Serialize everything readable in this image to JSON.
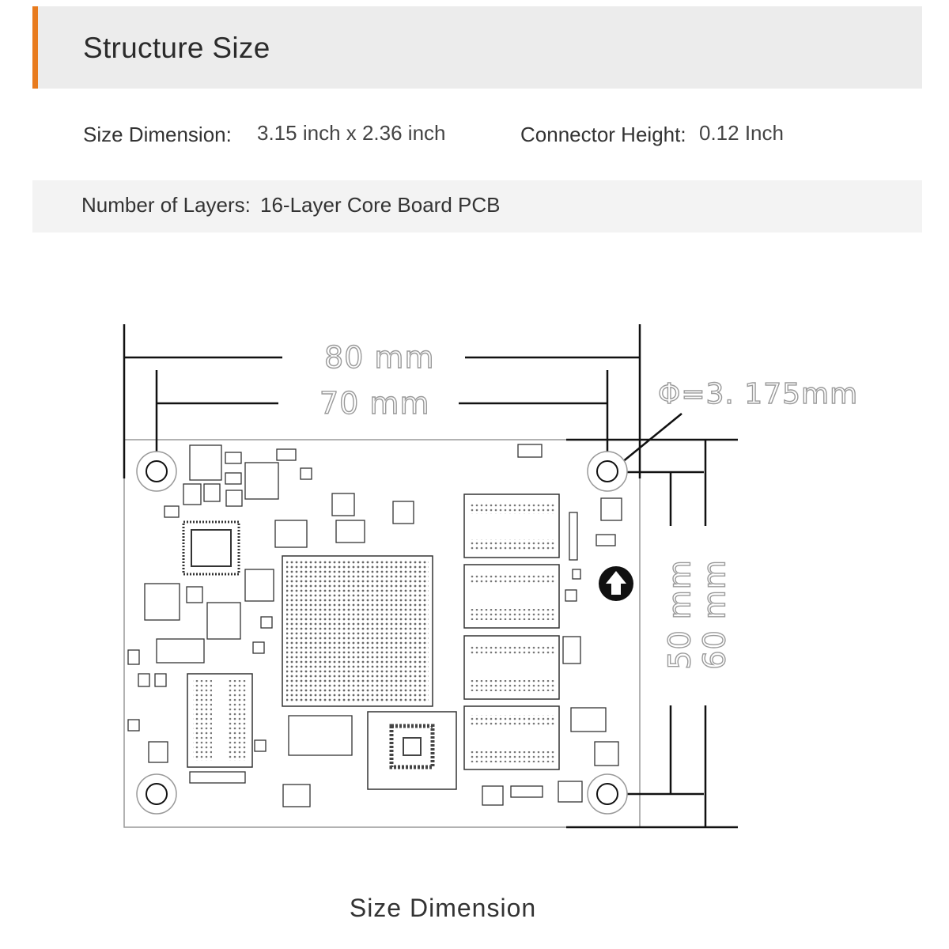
{
  "header": {
    "title": "Structure Size"
  },
  "specs": {
    "size_label": "Size Dimension:",
    "size_value": "3.15 inch x 2.36 inch",
    "connector_label": "Connector Height:",
    "connector_value": "0.12 Inch",
    "layers_label": "Number of Layers:",
    "layers_value": "16-Layer Core Board PCB"
  },
  "diagram": {
    "width_outer": "80 mm",
    "width_inner": "70 mm",
    "hole_diameter": "Φ=3. 175mm",
    "height_inner": "50 mm",
    "height_outer": "60 mm"
  },
  "caption": "Size Dimension",
  "colors": {
    "accent": "#e87b1e",
    "title_bg": "#ececec",
    "band_bg": "#f3f3f3"
  }
}
